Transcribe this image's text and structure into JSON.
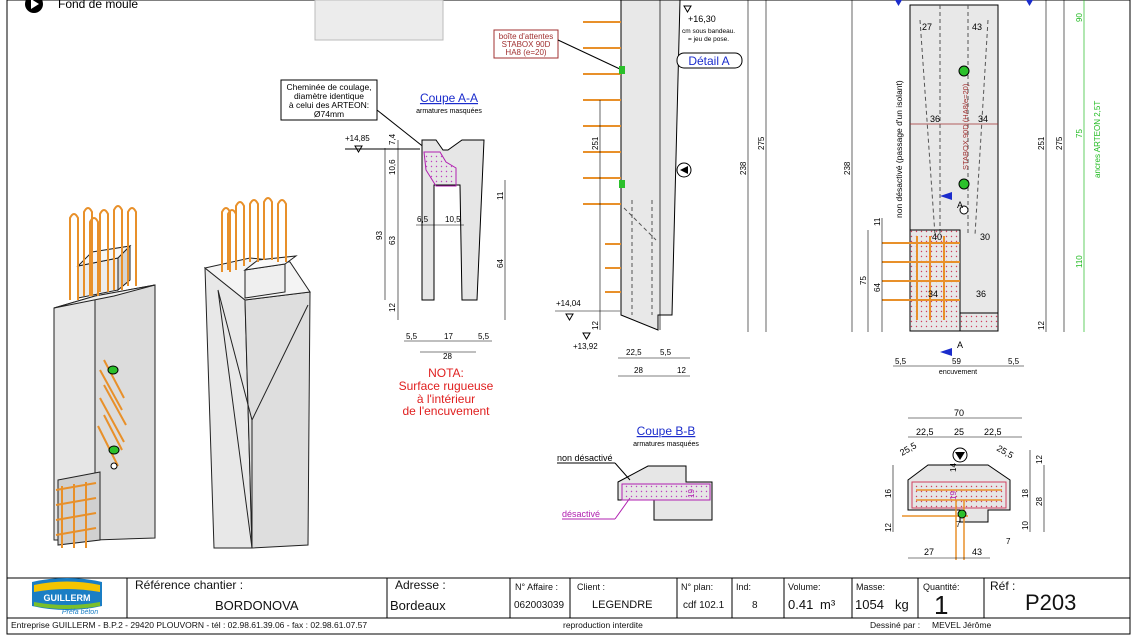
{
  "legend": {
    "fond_de_moule": "Fond de moule"
  },
  "notes": {
    "cheminee": [
      "Cheminée de coulage,",
      "diamètre identique",
      "à celui des ARTEON:",
      "Ø74mm"
    ],
    "boite": [
      "boîte d'attentes",
      "STABOX 90D",
      "HA8 (e=20)"
    ],
    "sous_bandeau": [
      "cm sous bandeau.",
      "= jeu de pose."
    ],
    "nota": [
      "NOTA:",
      "Surface rugueuse",
      "à l'intérieur",
      "de l'encuvement"
    ],
    "non_desactive": "non désactivé",
    "desactive": "désactivé",
    "non_desactive_side": "non désactivé (passage d'un isolant)",
    "stabox_side": "STABOX 90D (HA8/e=20)",
    "ancres": "ancres ARTEON 2,5T",
    "encuvement": "encuvement"
  },
  "sections": {
    "aa_title": "Coupe A-A",
    "aa_sub": "armatures masquées",
    "bb_title": "Coupe B-B",
    "bb_sub": "armatures masquées",
    "detail": "Détail A",
    "marker_a": "A"
  },
  "levels": {
    "l1485": "+14,85",
    "l1630": "+16,30",
    "l1404": "+14,04",
    "l1392": "+13,92"
  },
  "dims": {
    "aa": {
      "d74": "7,4",
      "d106": "10,6",
      "d93": "93",
      "d63": "63",
      "d12": "12",
      "d65": "6,5",
      "d105": "10,5",
      "d11": "11",
      "d64": "64",
      "d55a": "5,5",
      "d17": "17",
      "d55b": "5,5",
      "d28": "28"
    },
    "side": {
      "d251": "251",
      "d238": "238",
      "d275": "275",
      "d12": "12",
      "d225": "22,5",
      "d55": "5,5",
      "d28": "28",
      "d12b": "12"
    },
    "front": {
      "d27": "27",
      "d43": "43",
      "d36": "36",
      "d34": "34",
      "d238": "238",
      "d11": "11",
      "d75": "75",
      "d64": "64",
      "d40": "40",
      "d30": "30",
      "d34b": "34",
      "d36b": "36",
      "d251": "251",
      "d275": "275",
      "d12": "12",
      "d90": "90",
      "d75g": "75",
      "d110": "110",
      "d55a": "5,5",
      "d59": "59",
      "d55b": "5,5"
    },
    "plan": {
      "d70": "70",
      "d225a": "22,5",
      "d25": "25",
      "d225b": "22,5",
      "d255a": "25,5",
      "d255b": "25,5",
      "d12": "12",
      "d16": "16",
      "d14": "14",
      "d18": "18",
      "d28": "28",
      "d10": "10",
      "d12b": "12",
      "d19": "19",
      "d7": "7",
      "d7b": "7",
      "d27": "27",
      "d43": "43"
    },
    "bb": {
      "d19": "19"
    }
  },
  "title_block": {
    "logo_name": "GUILLERM",
    "logo_tag": "Préfa béton",
    "ref_chantier_label": "Référence chantier :",
    "ref_chantier": "BORDONOVA",
    "adresse_label": "Adresse :",
    "adresse": "Bordeaux",
    "affaire_label": "N° Affaire :",
    "affaire": "062003039",
    "client_label": "Client :",
    "client": "LEGENDRE",
    "plan_label": "N° plan:",
    "plan": "cdf 102.1",
    "ind_label": "Ind:",
    "ind": "8",
    "volume_label": "Volume:",
    "volume": "0.41",
    "volume_unit": "m³",
    "masse_label": "Masse:",
    "masse": "1054",
    "masse_unit": "kg",
    "quantite_label": "Quantité:",
    "quantite": "1",
    "ref_label": "Réf :",
    "ref": "P203",
    "footer_company": "Entreprise GUILLERM - B.P.2 - 29420 PLOUVORN - tél : 02.98.61.39.06 - fax : 02.98.61.07.57",
    "footer_repro": "reproduction interdite",
    "dessine_label": "Dessiné par :",
    "dessine": "MEVEL Jérôme"
  },
  "colors": {
    "rebar": "#e8902a",
    "dim_green": "#22bb22",
    "note_red": "#e02020",
    "link_blue": "#1b2ccc",
    "magenta": "#b020b0"
  }
}
